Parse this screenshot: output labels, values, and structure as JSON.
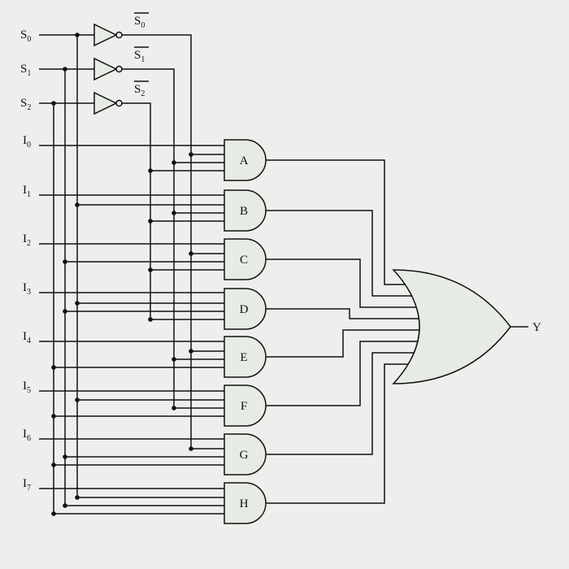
{
  "select_inputs": [
    "S",
    "S",
    "S"
  ],
  "select_subscripts": [
    "0",
    "1",
    "2"
  ],
  "inverter_outputs": [
    "S",
    "S",
    "S"
  ],
  "inverter_subscripts": [
    "0",
    "1",
    "2"
  ],
  "data_inputs": [
    "I",
    "I",
    "I",
    "I",
    "I",
    "I",
    "I",
    "I"
  ],
  "data_subscripts": [
    "0",
    "1",
    "2",
    "3",
    "4",
    "5",
    "6",
    "7"
  ],
  "and_gates": [
    "A",
    "B",
    "C",
    "D",
    "E",
    "F",
    "G",
    "H"
  ],
  "output": "Y"
}
